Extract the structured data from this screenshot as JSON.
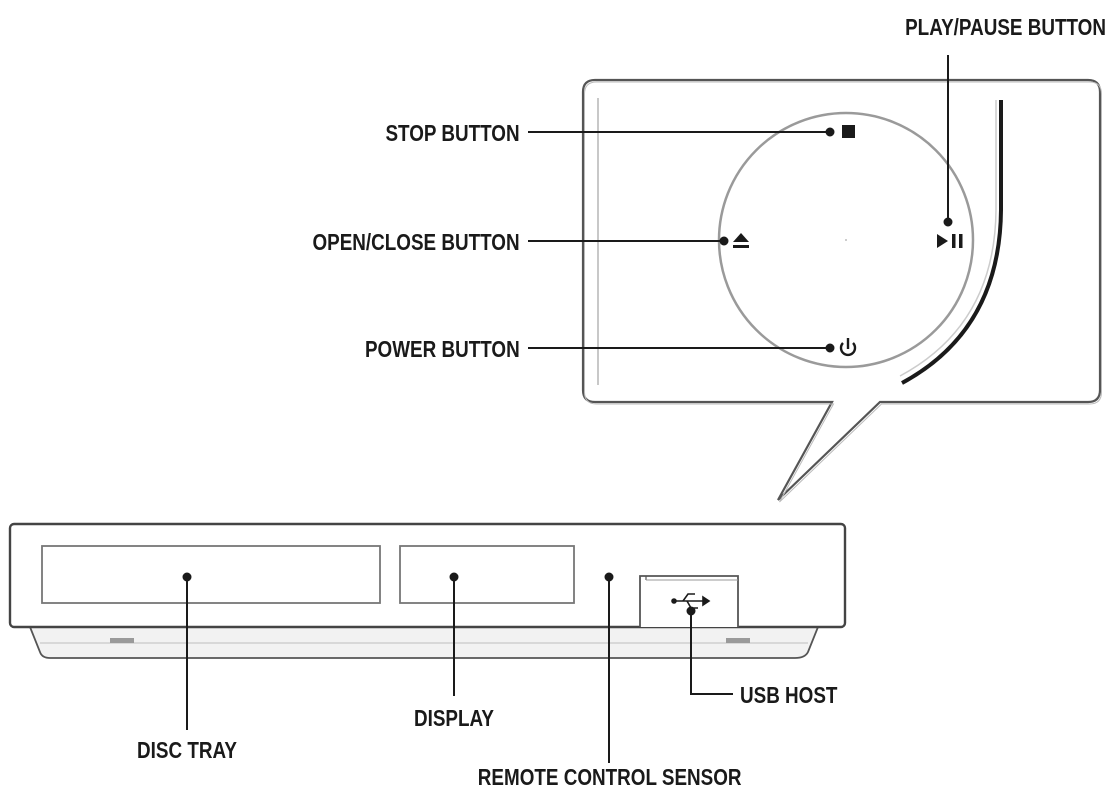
{
  "callouts": {
    "play_pause": "PLAY/PAUSE BUTTON",
    "stop": "STOP BUTTON",
    "open_close": "OPEN/CLOSE BUTTON",
    "power": "POWER BUTTON",
    "usb_host": "USB HOST",
    "display": "DISPLAY",
    "disc_tray": "DISC TRAY",
    "remote_sensor": "REMOTE CONTROL SENSOR"
  },
  "icons": {
    "stop": "stop-square-icon",
    "play_pause": "play-pause-icon",
    "open_close": "eject-icon",
    "power": "power-icon",
    "usb": "usb-icon"
  },
  "colors": {
    "line": "#1a1a1a",
    "panel_outline": "#444444",
    "control_ring": "#9a9a9a"
  }
}
